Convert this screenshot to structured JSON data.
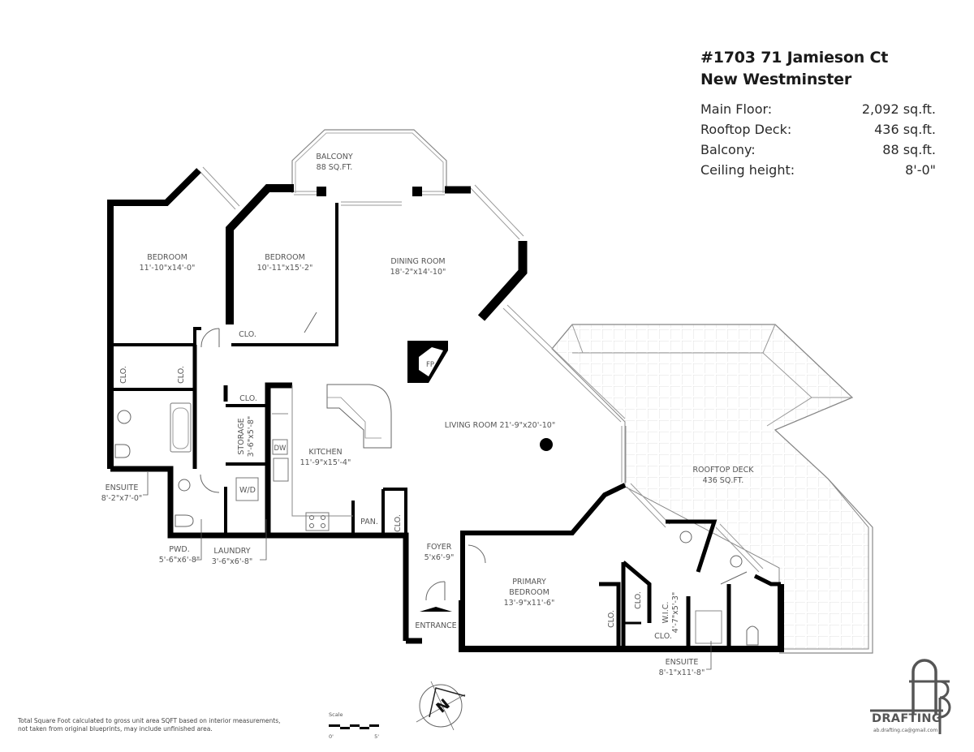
{
  "header": {
    "address_line1": "#1703 71 Jamieson Ct",
    "address_line2": "New Westminster"
  },
  "areas": [
    {
      "label": "Main Floor:",
      "value": "2,092 sq.ft."
    },
    {
      "label": "Rooftop Deck:",
      "value": "436 sq.ft."
    },
    {
      "label": "Balcony:",
      "value": "88 sq.ft."
    },
    {
      "label": "Ceiling height:",
      "value": "8'-0\""
    }
  ],
  "rooms": {
    "balcony": {
      "name": "BALCONY",
      "size": "88 SQ.FT."
    },
    "bedroom1": {
      "name": "BEDROOM",
      "size": "11'-10\"x14'-0\""
    },
    "bedroom2": {
      "name": "BEDROOM",
      "size": "10'-11\"x15'-2\""
    },
    "dining": {
      "name": "DINING ROOM",
      "size": "18'-2\"x14'-10\""
    },
    "living": {
      "name": "LIVING ROOM 21'-9\"x20'-10\""
    },
    "kitchen": {
      "name": "KITCHEN",
      "size": "11'-9\"x15'-4\""
    },
    "storage": {
      "name": "STORAGE",
      "size": "3'-6\"x5'-8\""
    },
    "ensuite1": {
      "name": "ENSUITE",
      "size": "8'-2\"x7'-0\""
    },
    "pwd": {
      "name": "PWD.",
      "size": "5'-6\"x6'-8\""
    },
    "laundry": {
      "name": "LAUNDRY",
      "size": "3'-6\"x6'-8\""
    },
    "foyer": {
      "name": "FOYER",
      "size": "5'x6'-9\""
    },
    "entrance": {
      "name": "ENTRANCE"
    },
    "primary": {
      "name_line1": "PRIMARY",
      "name_line2": "BEDROOM",
      "size": "13'-9\"x11'-6\""
    },
    "wic": {
      "name": "W.I.C.",
      "size": "4'-7\"x5'-3\""
    },
    "ensuite2": {
      "name": "ENSUITE",
      "size": "8'-1\"x11'-8\""
    },
    "rooftop": {
      "name": "ROOFTOP DECK",
      "size": "436 SQ.FT."
    }
  },
  "fixtures": {
    "closet": "CLO.",
    "pantry": "PAN.",
    "dishwasher": "DW",
    "washer_dryer": "W/D",
    "fireplace": "FP"
  },
  "footer": {
    "disclaimer_line1": "Total Square Foot calculated to gross unit area SQFT based on interior measurements,",
    "disclaimer_line2": "not taken from original blueprints, may include unfinished area.",
    "scale_label": "Scale",
    "scale_start": "0'",
    "scale_end": "5'",
    "compass_letter": "N"
  },
  "logo": {
    "brand": "DRAFTING",
    "email": "ab.drafting.ca@gmail.com"
  }
}
